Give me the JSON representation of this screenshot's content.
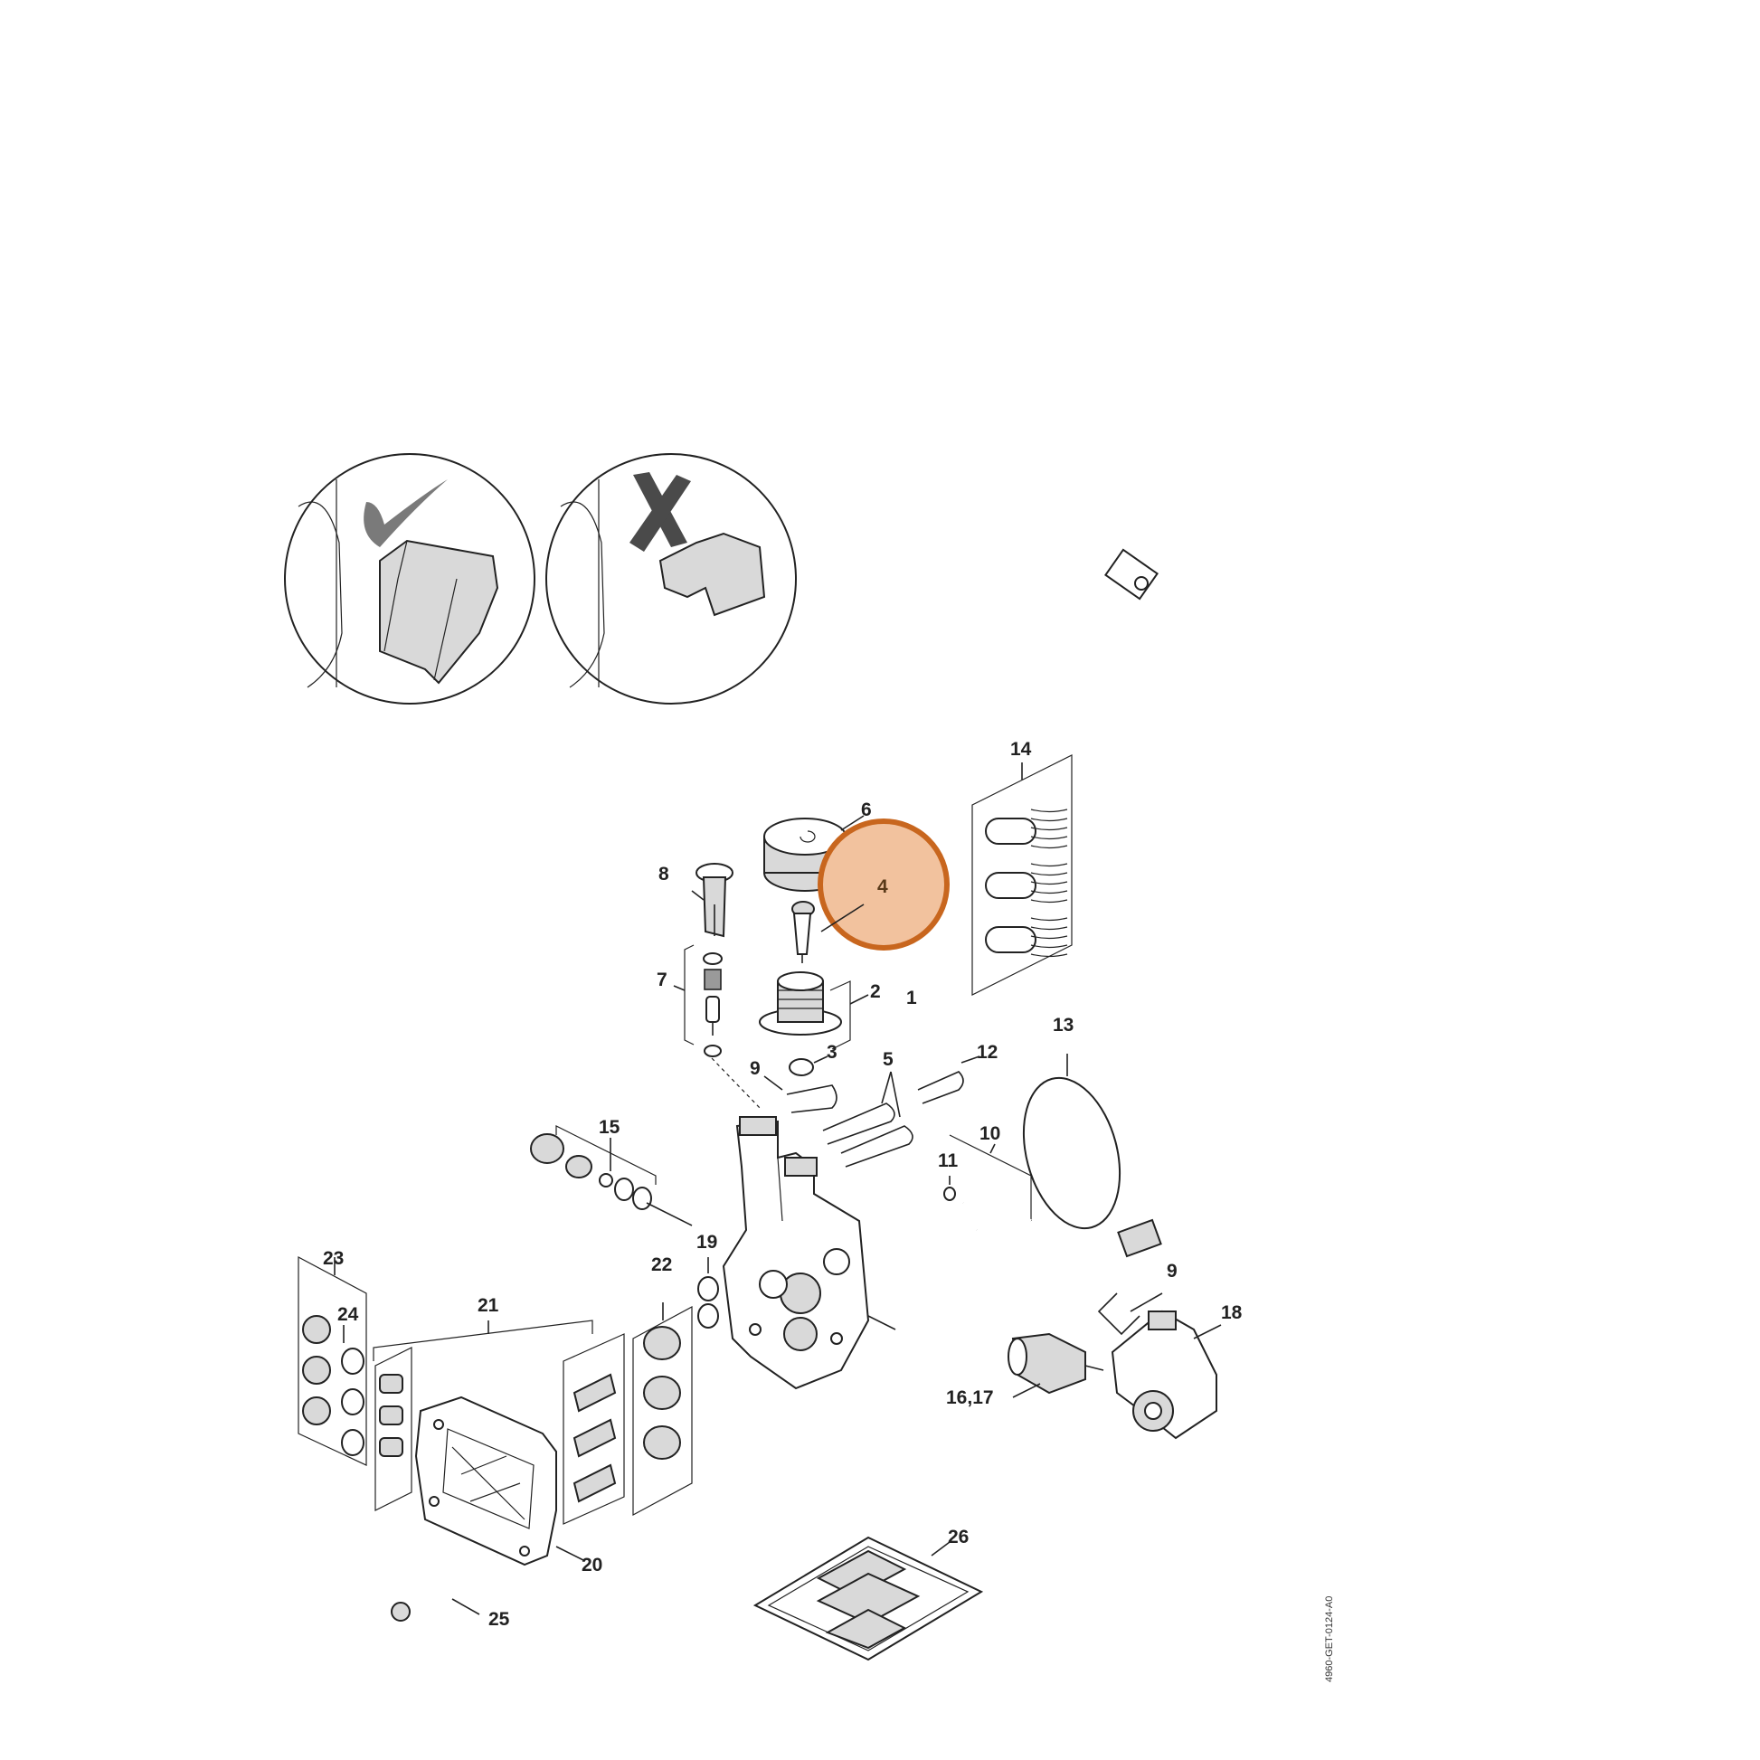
{
  "colors": {
    "highlight_fill": "#F2C29E",
    "highlight_stroke": "#C8661E",
    "ok_mark": "#7a7a7a",
    "no_mark": "#4a4a4a"
  },
  "detail_icons": [
    "checkmark-icon",
    "cross-icon"
  ],
  "callouts": {
    "c1": "1",
    "c2": "2",
    "c3": "3",
    "c4": "4",
    "c5": "5",
    "c6": "6",
    "c7": "7",
    "c8": "8",
    "c9a": "9",
    "c9b": "9",
    "c10": "10",
    "c11": "11",
    "c12": "12",
    "c13": "13",
    "c14": "14",
    "c15": "15",
    "c16_17": "16,17",
    "c18": "18",
    "c19": "19",
    "c20": "20",
    "c21": "21",
    "c22": "22",
    "c23": "23",
    "c24": "24",
    "c25": "25",
    "c26": "26"
  },
  "highlighted_callout": "4",
  "drawing_code": "4960-GET-0124-A0"
}
